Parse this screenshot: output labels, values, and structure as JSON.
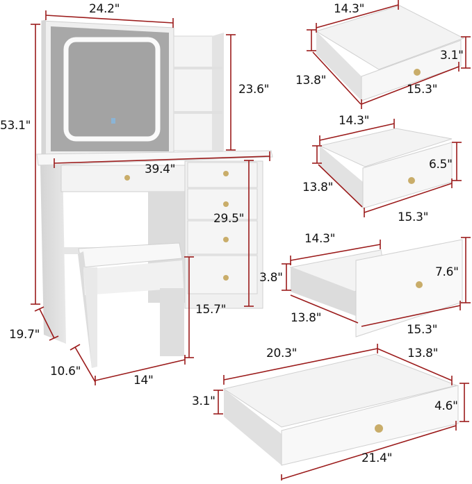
{
  "title": "Vanity desk set dimensions",
  "colors": {
    "dimension_line": "#9b1b1b",
    "furniture_white": "#f2f2f2",
    "furniture_shade": "#d9d9d9",
    "mirror_gray": "#a9a9a9",
    "mirror_led": "#fbfbfb",
    "knob_gold": "#c9ad6a",
    "text": "#111111"
  },
  "vanity": {
    "overall_height": "53.1\"",
    "mirror_width": "24.2\"",
    "shelf_height": "23.6\"",
    "desk_width": "39.4\"",
    "desk_height": "29.5\"",
    "desk_depth": "19.7\"",
    "cabinet_clearance": "15.7\"",
    "stool_depth": "10.6\"",
    "stool_width": "14\""
  },
  "drawers": [
    {
      "name": "small-drawer-1",
      "back_width": "14.3\"",
      "side_height": "",
      "depth": "13.8\"",
      "front_width": "15.3\"",
      "front_height": "3.1\""
    },
    {
      "name": "small-drawer-2",
      "back_width": "14.3\"",
      "depth": "13.8\"",
      "front_width": "15.3\"",
      "front_height": "6.5\""
    },
    {
      "name": "large-front-drawer",
      "back_width": "14.3\"",
      "side_height": "3.8\"",
      "depth": "13.8\"",
      "front_width": "15.3\"",
      "front_height": "7.6\""
    },
    {
      "name": "wide-drawer",
      "back_width": "20.3\"",
      "side_height": "3.1\"",
      "depth": "13.8\"",
      "front_width": "21.4\"",
      "front_height": "4.6\""
    }
  ]
}
